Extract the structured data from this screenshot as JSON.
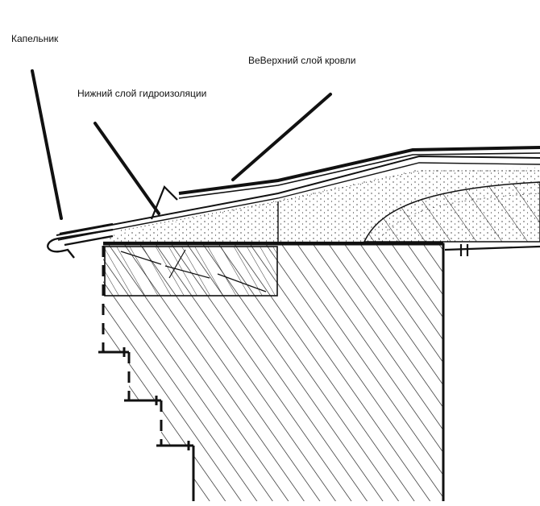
{
  "labels": {
    "drip_edge": "Капельник",
    "lower_waterproofing": "Нижний слой гидроизоляции",
    "upper_roof_layer": "ВеВерхний слой кровли"
  },
  "colors": {
    "ink": "#111111",
    "background": "#ffffff"
  }
}
